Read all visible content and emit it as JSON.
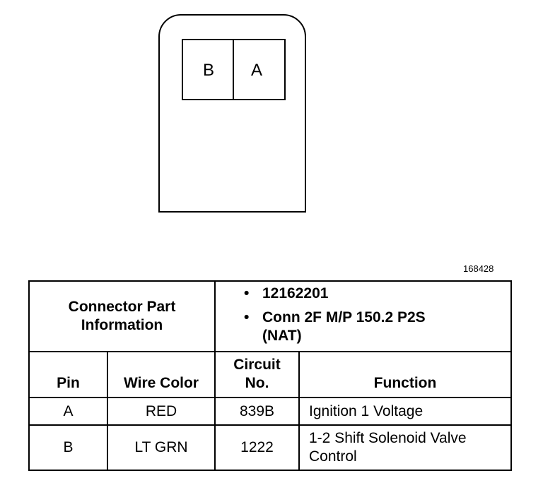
{
  "connector": {
    "cavity_b": "B",
    "cavity_a": "A"
  },
  "figure_number": "168428",
  "part_info": {
    "label": "Connector Part Information",
    "items": [
      "12162201",
      "Conn 2F M/P 150.2 P2S (NAT)"
    ]
  },
  "table": {
    "headers": {
      "pin": "Pin",
      "wire_color": "Wire Color",
      "circuit": "Circuit No.",
      "function": "Function"
    },
    "rows": [
      {
        "pin": "A",
        "wire_color": "RED",
        "circuit": "839B",
        "function": "Ignition 1 Voltage"
      },
      {
        "pin": "B",
        "wire_color": "LT GRN",
        "circuit": "1222",
        "function": "1-2 Shift Solenoid Valve Control"
      }
    ]
  }
}
